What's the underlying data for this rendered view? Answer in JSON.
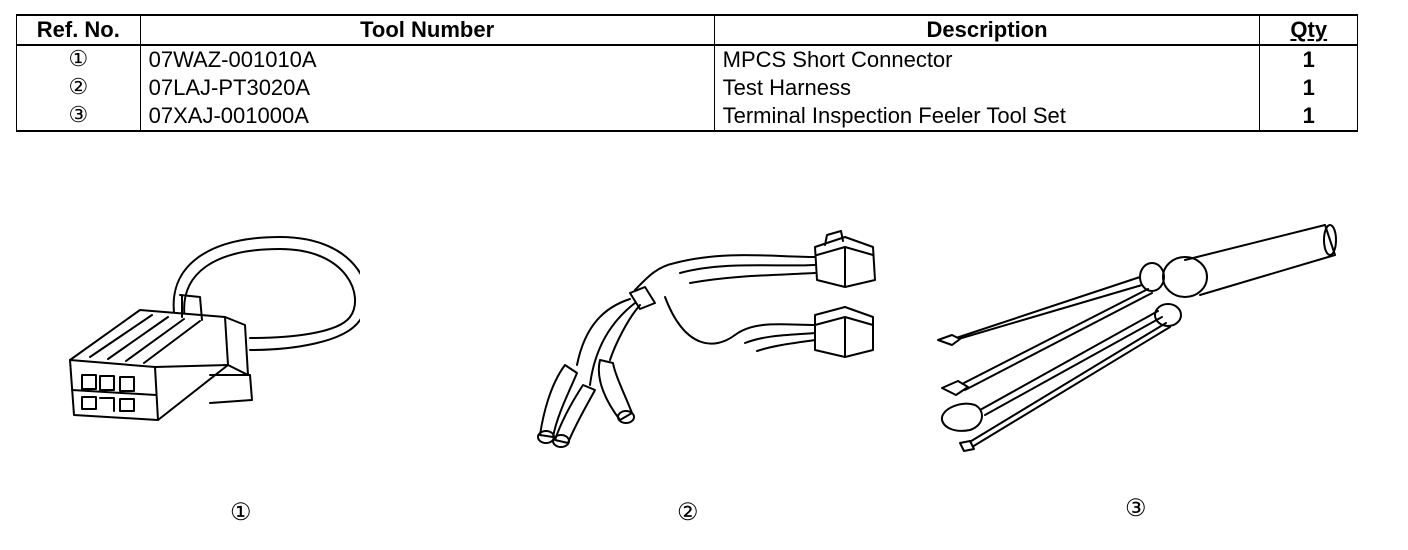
{
  "table": {
    "headers": {
      "ref": "Ref. No.",
      "tool": "Tool Number",
      "desc": "Description",
      "qty": "Qty"
    },
    "rows": [
      {
        "ref": "①",
        "tool": "07WAZ-001010A",
        "desc": "MPCS Short Connector",
        "qty": "1"
      },
      {
        "ref": "②",
        "tool": "07LAJ-PT3020A",
        "desc": "Test Harness",
        "qty": "1"
      },
      {
        "ref": "③",
        "tool": "07XAJ-001000A",
        "desc": "Terminal Inspection Feeler Tool Set",
        "qty": "1"
      }
    ]
  },
  "illustrations": [
    {
      "caption": "①",
      "icon": "short-connector-icon"
    },
    {
      "caption": "②",
      "icon": "test-harness-icon"
    },
    {
      "caption": "③",
      "icon": "feeler-tool-set-icon"
    }
  ]
}
